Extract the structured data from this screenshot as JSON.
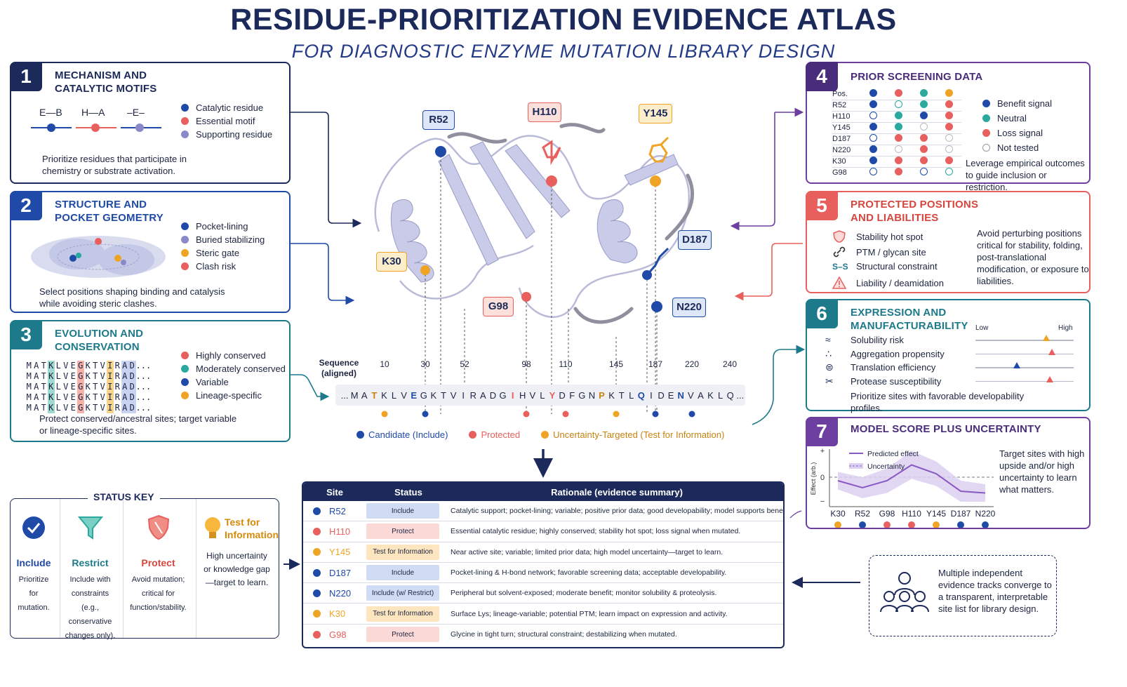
{
  "header": {
    "title": "RESIDUE-PRIORITIZATION EVIDENCE ATLAS",
    "subtitle": "FOR DIAGNOSTIC ENZYME MUTATION LIBRARY DESIGN"
  },
  "colors": {
    "navy": "#1b2a5a",
    "blue": "#1f4aa8",
    "red": "#e8605d",
    "orange": "#efa426",
    "teal": "#2aaa9e",
    "lavender": "#8a88c8",
    "purple": "#6c3fa0"
  },
  "panel1": {
    "number": "1",
    "title": "MECHANISM AND\nCATALYTIC MOTIFS",
    "motifs": [
      "E—B",
      "H—A",
      "–E–"
    ],
    "legend": [
      "Catalytic residue",
      "Essential motif",
      "Supporting residue"
    ],
    "caption": "Prioritize residues that participate in chemistry or substrate activation."
  },
  "panel2": {
    "number": "2",
    "title": "STRUCTURE AND\nPOCKET GEOMETRY",
    "legend": [
      "Pocket-lining",
      "Buried stabilizing",
      "Steric gate",
      "Clash risk"
    ],
    "caption": "Select positions shaping binding and catalysis while avoiding steric clashes."
  },
  "panel3": {
    "number": "3",
    "title": "EVOLUTION AND\nCONSERVATION",
    "alignment_row": [
      "M",
      "A",
      "T",
      "K",
      "L",
      "V",
      "E",
      "G",
      "K",
      "T",
      "V",
      "I",
      "R",
      "A",
      "D",
      "..."
    ],
    "legend": [
      "Highly conserved",
      "Moderately conserved",
      "Variable",
      "Lineage-specific"
    ],
    "caption": "Protect conserved/ancestral sites; target variable or lineage-specific sites."
  },
  "panel4": {
    "number": "4",
    "title": "PRIOR SCREENING DATA",
    "pos_header": "Pos.",
    "rows": [
      {
        "pos": "R52",
        "cells": [
          "benefit-filled",
          "neutral-open",
          "neutral-filled",
          "loss-filled"
        ]
      },
      {
        "pos": "H110",
        "cells": [
          "benefit-open",
          "neutral-filled",
          "benefit-filled",
          "loss-filled"
        ]
      },
      {
        "pos": "Y145",
        "cells": [
          "benefit-filled",
          "neutral-filled",
          "none-open",
          "loss-filled"
        ]
      },
      {
        "pos": "D187",
        "cells": [
          "benefit-open",
          "loss-filled",
          "loss-filled",
          "none-open"
        ]
      },
      {
        "pos": "N220",
        "cells": [
          "benefit-filled",
          "none-open",
          "loss-filled",
          "none-open"
        ]
      },
      {
        "pos": "K30",
        "cells": [
          "benefit-filled",
          "loss-filled",
          "loss-filled",
          "loss-filled"
        ]
      },
      {
        "pos": "G98",
        "cells": [
          "benefit-open",
          "loss-filled",
          "benefit-open",
          "neutral-open"
        ]
      }
    ],
    "legend": [
      "Benefit signal",
      "Neutral",
      "Loss signal",
      "Not tested"
    ],
    "caption": "Leverage empirical outcomes to guide inclusion or restriction."
  },
  "panel5": {
    "number": "5",
    "title": "PROTECTED POSITIONS\nAND LIABILITIES",
    "items": [
      {
        "icon": "shield-icon",
        "label": "Stability hot spot"
      },
      {
        "icon": "link-icon",
        "label": "PTM / glycan site"
      },
      {
        "icon": "disulfide-icon",
        "icon_text": "S–S",
        "label": "Structural constraint"
      },
      {
        "icon": "warning-icon",
        "label": "Liability / deamidation"
      }
    ],
    "caption": "Avoid perturbing positions critical for stability, folding, post-translational modification, or exposure to liabilities."
  },
  "panel6": {
    "number": "6",
    "title": "EXPRESSION AND\nMANUFACTURABILITY",
    "scale_low": "Low",
    "scale_high": "High",
    "items": [
      {
        "icon": "waves-icon",
        "label": "Solubility risk",
        "level": 0.72,
        "color": "#efa426"
      },
      {
        "icon": "aggregation-icon",
        "label": "Aggregation propensity",
        "level": 0.78,
        "color": "#e8605d"
      },
      {
        "icon": "ribosome-icon",
        "label": "Translation efficiency",
        "level": 0.42,
        "color": "#1f4aa8"
      },
      {
        "icon": "scissors-icon",
        "label": "Protease susceptibility",
        "level": 0.76,
        "color": "#e8605d"
      }
    ],
    "caption": "Prioritize sites with favorable developability profiles."
  },
  "panel7": {
    "number": "7",
    "title": "MODEL SCORE PLUS UNCERTAINTY",
    "legend_predicted": "Predicted effect",
    "legend_uncertainty": "Uncertainty",
    "ylabel": "Effect (arb.)",
    "yticks": [
      "+",
      "0",
      "−"
    ],
    "caption": "Target sites with high upside and/or high uncertainty to learn what matters."
  },
  "chart_data": {
    "type": "line",
    "title": "",
    "xlabel": "",
    "ylabel": "Effect (arb.)",
    "categories": [
      "K30",
      "R52",
      "G98",
      "H110",
      "Y145",
      "D187",
      "N220"
    ],
    "category_colors": [
      "#efa426",
      "#1f4aa8",
      "#e8605d",
      "#e8605d",
      "#efa426",
      "#1f4aa8",
      "#1f4aa8"
    ],
    "series": [
      {
        "name": "Predicted effect",
        "values": [
          -0.1,
          -0.3,
          -0.1,
          0.35,
          0.1,
          -0.4,
          -0.45
        ]
      },
      {
        "name": "Uncertainty",
        "values": [
          0.25,
          0.3,
          0.35,
          0.4,
          0.35,
          0.3,
          0.25
        ]
      }
    ]
  },
  "structure": {
    "callouts": [
      {
        "label": "R52",
        "color": "#1f4aa8"
      },
      {
        "label": "H110",
        "color": "#e8605d"
      },
      {
        "label": "Y145",
        "color": "#efa426"
      },
      {
        "label": "D187",
        "color": "#1f4aa8"
      },
      {
        "label": "N220",
        "color": "#1f4aa8"
      },
      {
        "label": "K30",
        "color": "#efa426"
      },
      {
        "label": "G98",
        "color": "#e8605d"
      }
    ]
  },
  "sequence": {
    "label": "Sequence\n(aligned)",
    "ticks": [
      "10",
      "30",
      "52",
      "98",
      "110",
      "145",
      "187",
      "220",
      "240"
    ],
    "letters": [
      "...",
      "M",
      "A",
      "T",
      "K",
      "L",
      "V",
      "E",
      "G",
      "K",
      "T",
      "V",
      "I",
      "R",
      "A",
      "D",
      "G",
      "I",
      "H",
      "V",
      "L",
      "Y",
      "D",
      "F",
      "G",
      "N",
      "P",
      "K",
      "T",
      "L",
      "Q",
      "I",
      "D",
      "E",
      "N",
      "V",
      "A",
      "K",
      "L",
      "Q",
      "..."
    ],
    "legend": [
      "Candidate (Include)",
      "Protected",
      "Uncertainty-Targeted (Test for Information)"
    ]
  },
  "status_key": {
    "title": "STATUS KEY",
    "items": [
      {
        "label": "Include",
        "desc": "Prioritize for mutation.",
        "color": "#1f4aa8"
      },
      {
        "label": "Restrict",
        "desc": "Include with constraints (e.g., conservative changes only).",
        "color": "#2aaa9e"
      },
      {
        "label": "Protect",
        "desc": "Avoid mutation; critical for function/stability.",
        "color": "#e8605d"
      },
      {
        "label": "Test for Information",
        "desc": "High uncertainty or knowledge gap—target to learn.",
        "color": "#efa426"
      }
    ]
  },
  "table": {
    "headers": [
      "Site",
      "Status",
      "Rationale (evidence summary)"
    ],
    "rows": [
      {
        "site": "R52",
        "color": "#1f4aa8",
        "status": "Include",
        "status_bg": "#cfdcf4",
        "rationale": "Catalytic support; pocket-lining; variable; positive prior data; good developability; model supports benefit."
      },
      {
        "site": "H110",
        "color": "#e8605d",
        "status": "Protect",
        "status_bg": "#fbd9d6",
        "rationale": "Essential catalytic residue; highly conserved; stability hot spot; loss signal when mutated."
      },
      {
        "site": "Y145",
        "color": "#efa426",
        "status": "Test for Information",
        "status_bg": "#fde6bf",
        "rationale": "Near active site; variable; limited prior data; high model uncertainty—target to learn."
      },
      {
        "site": "D187",
        "color": "#1f4aa8",
        "status": "Include",
        "status_bg": "#cfdcf4",
        "rationale": "Pocket-lining & H-bond network; favorable screening data; acceptable developability."
      },
      {
        "site": "N220",
        "color": "#1f4aa8",
        "status": "Include (w/ Restrict)",
        "status_bg": "#cfdcf4",
        "rationale": "Peripheral but solvent-exposed; moderate benefit; monitor solubility & proteolysis."
      },
      {
        "site": "K30",
        "color": "#efa426",
        "status": "Test for Information",
        "status_bg": "#fde6bf",
        "rationale": "Surface Lys; lineage-variable; potential PTM; learn impact on expression and activity."
      },
      {
        "site": "G98",
        "color": "#e8605d",
        "status": "Protect",
        "status_bg": "#fbd9d6",
        "rationale": "Glycine in tight turn; structural constraint; destabilizing when mutated."
      }
    ]
  },
  "convergence": {
    "text": "Multiple independent evidence tracks converge to a transparent, interpretable site list for library design."
  }
}
